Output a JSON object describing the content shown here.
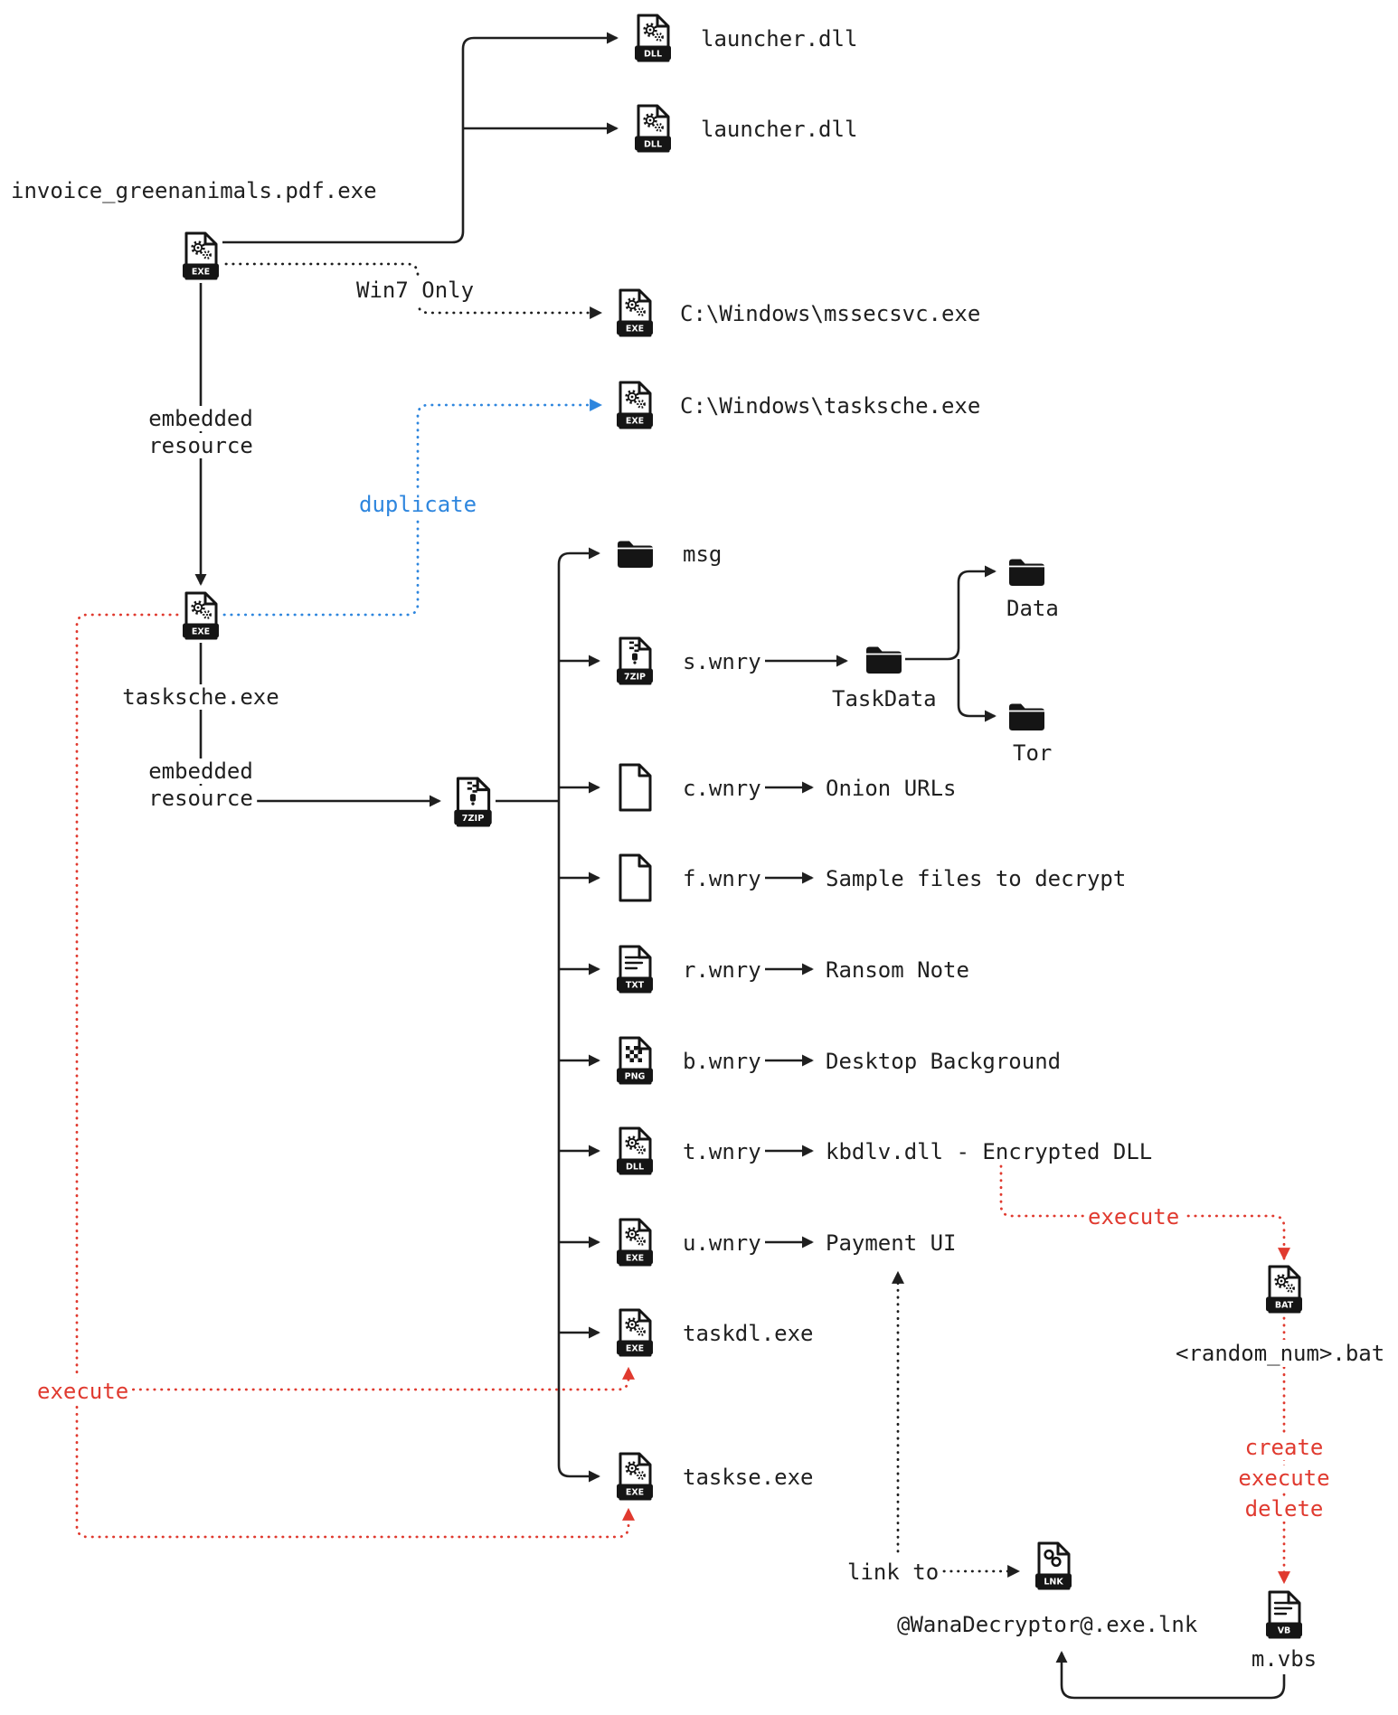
{
  "nodes": {
    "invoice_exe": {
      "badge": "EXE",
      "label": "invoice_greenanimals.pdf.exe"
    },
    "launcher_dll_1": {
      "badge": "DLL",
      "label": "launcher.dll"
    },
    "launcher_dll_2": {
      "badge": "DLL",
      "label": "launcher.dll"
    },
    "mssecsvc_exe": {
      "badge": "EXE",
      "label": "C:\\Windows\\mssecsvc.exe"
    },
    "tasksche_copy_exe": {
      "badge": "EXE",
      "label": "C:\\Windows\\tasksche.exe"
    },
    "tasksche_exe": {
      "badge": "EXE",
      "label": "tasksche.exe"
    },
    "embedded_zip": {
      "badge": "7ZIP"
    },
    "msg_folder": {
      "label": "msg"
    },
    "s_wnry": {
      "badge": "7ZIP",
      "label": "s.wnry"
    },
    "taskdata_folder": {
      "label": "TaskData"
    },
    "data_folder": {
      "label": "Data"
    },
    "tor_folder": {
      "label": "Tor"
    },
    "c_wnry": {
      "label": "c.wnry",
      "desc": "Onion URLs"
    },
    "f_wnry": {
      "label": "f.wnry",
      "desc": "Sample files to decrypt"
    },
    "r_wnry": {
      "badge": "TXT",
      "label": "r.wnry",
      "desc": "Ransom Note"
    },
    "b_wnry": {
      "badge": "PNG",
      "label": "b.wnry",
      "desc": "Desktop Background"
    },
    "t_wnry": {
      "badge": "DLL",
      "label": "t.wnry",
      "desc": "kbdlv.dll - Encrypted DLL"
    },
    "u_wnry": {
      "badge": "EXE",
      "label": "u.wnry",
      "desc": "Payment UI"
    },
    "taskdl_exe": {
      "badge": "EXE",
      "label": "taskdl.exe"
    },
    "taskse_exe": {
      "badge": "EXE",
      "label": "taskse.exe"
    },
    "random_bat": {
      "badge": "BAT",
      "label": "<random_num>.bat"
    },
    "m_vbs": {
      "badge": "VB",
      "label": "m.vbs"
    },
    "wana_lnk": {
      "badge": "LNK",
      "label": "@WanaDecryptor@.exe.lnk"
    }
  },
  "edges": {
    "win7_only": "Win7 Only",
    "duplicate": "duplicate",
    "embedded_resource_top": {
      "line1": "embedded",
      "line2": "resource"
    },
    "embedded_resource_bottom": {
      "line1": "embedded",
      "line2": "resource"
    },
    "execute_left": "execute",
    "execute_bat": "execute",
    "create": "create",
    "execute_mid": "execute",
    "delete": "delete",
    "link_to": "link to"
  },
  "colors": {
    "line": "#1f1f1f",
    "execute_red": "#e03a2f",
    "duplicate_blue": "#2e86de"
  }
}
